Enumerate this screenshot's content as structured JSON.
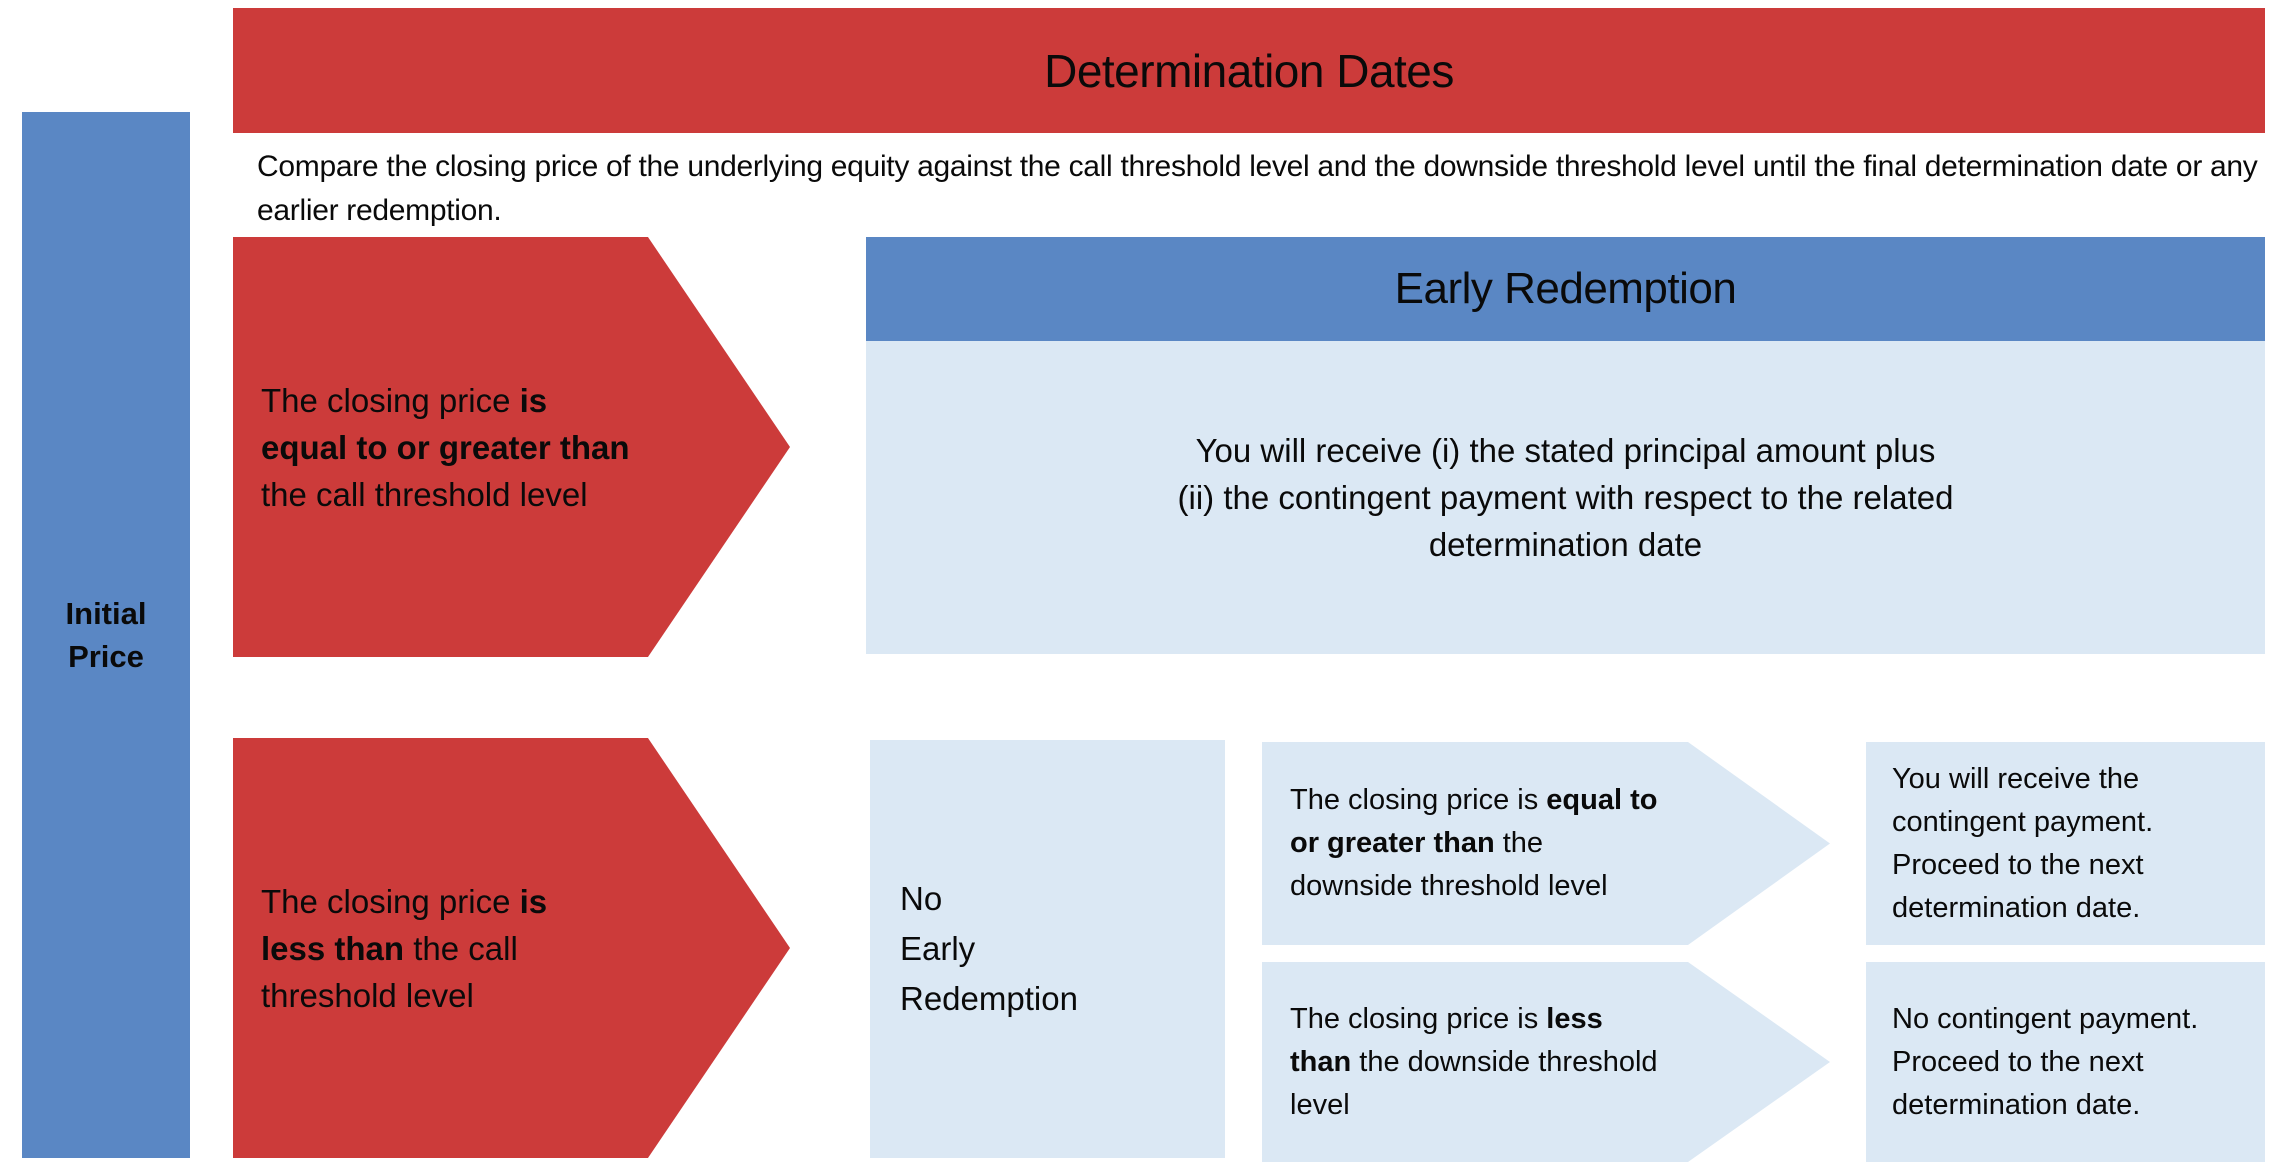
{
  "title": "Determination Dates",
  "colors": {
    "red": "#CC3B3A",
    "blue": "#5A87C4",
    "light_blue": "#DBE8F4",
    "text": "#0A0A0A"
  },
  "left_bar": {
    "label": "Initial\nPrice"
  },
  "intro": "Compare the closing price of the underlying equity against the call threshold level and the downside threshold level until the final determination date or any earlier redemption.",
  "branch_above": {
    "condition_segments": [
      {
        "t": "The closing price ",
        "b": false
      },
      {
        "t": "is",
        "b": true
      },
      {
        "t": "\n",
        "b": false
      },
      {
        "t": "equal to or greater than",
        "b": true
      },
      {
        "t": "\nthe call threshold level",
        "b": false
      }
    ],
    "early_redemption": {
      "header": "Early Redemption",
      "body": "You will receive (i) the stated principal amount plus\n(ii) the contingent payment with respect to the related\ndetermination date"
    }
  },
  "branch_below": {
    "condition_segments": [
      {
        "t": "The closing price ",
        "b": false
      },
      {
        "t": "is",
        "b": true
      },
      {
        "t": "\n",
        "b": false
      },
      {
        "t": "less than",
        "b": true
      },
      {
        "t": " the call\nthreshold level",
        "b": false
      }
    ],
    "no_early_redemption": "No\nEarly\nRedemption",
    "sub_branches": [
      {
        "condition_segments": [
          {
            "t": "The closing price is ",
            "b": false
          },
          {
            "t": "equal to",
            "b": true
          },
          {
            "t": "\n",
            "b": false
          },
          {
            "t": "or greater than",
            "b": true
          },
          {
            "t": " the\ndownside threshold level",
            "b": false
          }
        ],
        "outcome": "You will receive the\ncontingent payment.\nProceed to the next\ndetermination date."
      },
      {
        "condition_segments": [
          {
            "t": "The closing price is ",
            "b": false
          },
          {
            "t": "less",
            "b": true
          },
          {
            "t": "\n",
            "b": false
          },
          {
            "t": "than",
            "b": true
          },
          {
            "t": " the downside threshold\nlevel",
            "b": false
          }
        ],
        "outcome": "No contingent payment.\nProceed to the next\ndetermination date."
      }
    ]
  }
}
